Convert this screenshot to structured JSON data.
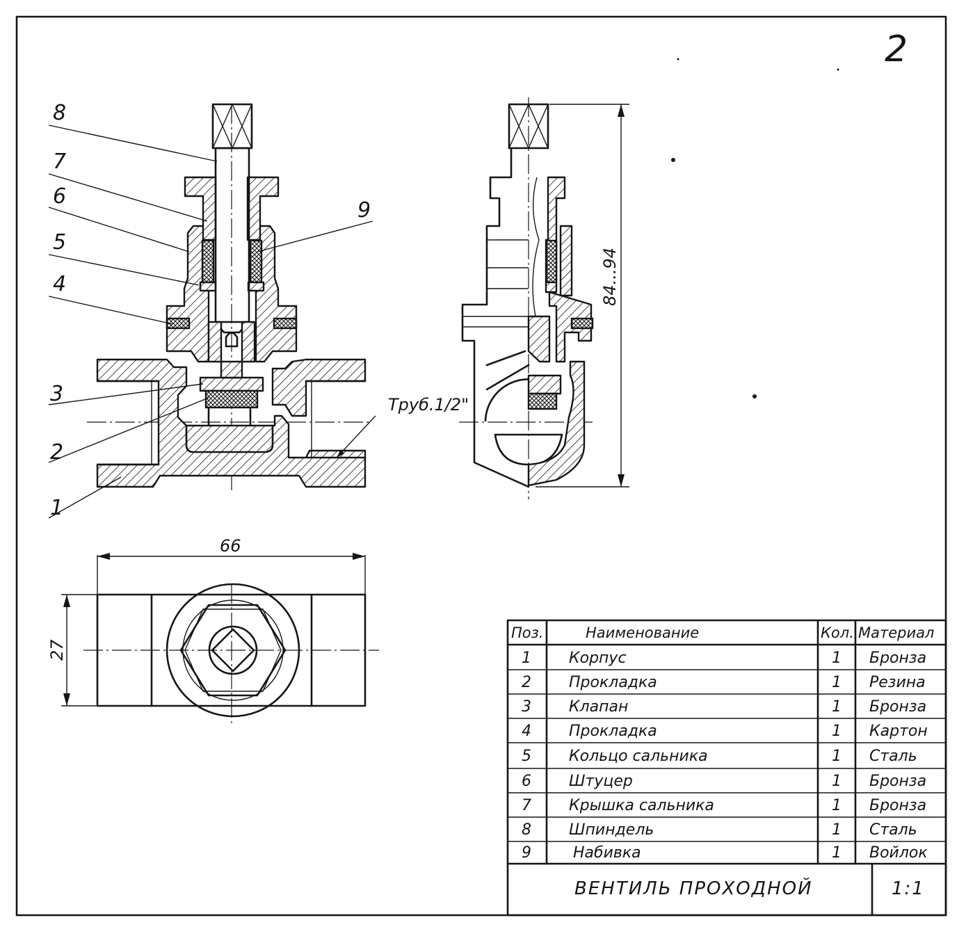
{
  "sheet": {
    "number": "2"
  },
  "callouts": [
    "8",
    "7",
    "6",
    "5",
    "4",
    "3",
    "2",
    "1",
    "9"
  ],
  "dimensions": {
    "pipe_thread": "Труб.1/2\"",
    "height_range": "84...94",
    "length": "66",
    "width": "27"
  },
  "table": {
    "headers": {
      "pos": "Поз.",
      "name": "Наименование",
      "qty": "Кол.",
      "material": "Материал"
    },
    "rows": [
      {
        "pos": "1",
        "name": "Корпус",
        "qty": "1",
        "material": "Бронза"
      },
      {
        "pos": "2",
        "name": "Прокладка",
        "qty": "1",
        "material": "Резина"
      },
      {
        "pos": "3",
        "name": "Клапан",
        "qty": "1",
        "material": "Бронза"
      },
      {
        "pos": "4",
        "name": "Прокладка",
        "qty": "1",
        "material": "Картон"
      },
      {
        "pos": "5",
        "name": "Кольцо сальника",
        "qty": "1",
        "material": "Сталь"
      },
      {
        "pos": "6",
        "name": "Штуцер",
        "qty": "1",
        "material": "Бронза"
      },
      {
        "pos": "7",
        "name": "Крышка сальника",
        "qty": "1",
        "material": "Бронза"
      },
      {
        "pos": "8",
        "name": "Шпиндель",
        "qty": "1",
        "material": "Сталь"
      },
      {
        "pos": "9",
        "name": "Набивка",
        "qty": "1",
        "material": "Войлок"
      }
    ],
    "title": "ВЕНТИЛЬ ПРОХОДНОЙ",
    "scale": "1:1"
  }
}
